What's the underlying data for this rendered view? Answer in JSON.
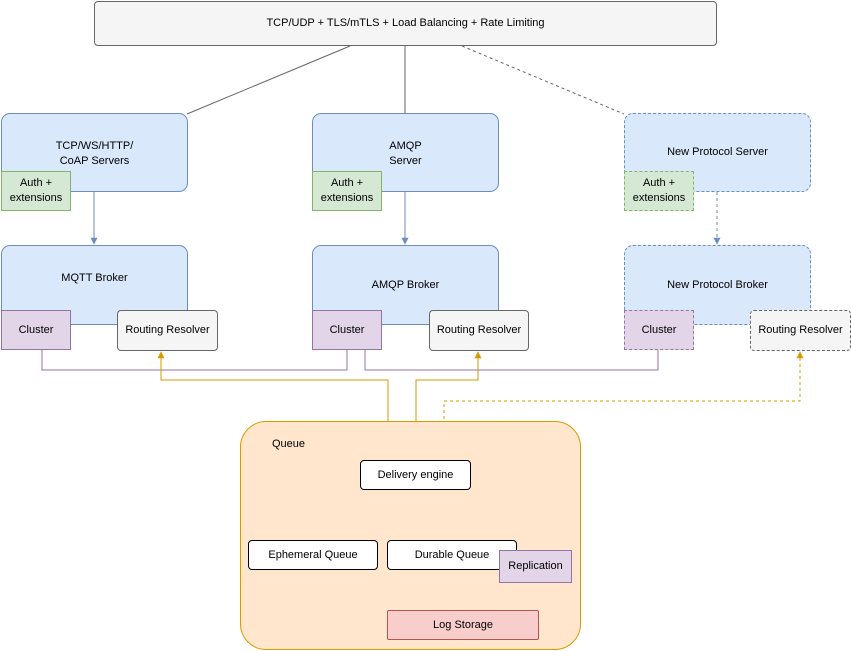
{
  "gateway": {
    "label": "TCP/UDP + TLS/mTLS + Load Balancing + Rate Limiting"
  },
  "servers": {
    "mqtt": {
      "label": "TCP/WS/HTTP/\nCoAP Servers",
      "auth": "Auth +\nextensions"
    },
    "amqp": {
      "label": "AMQP\nServer",
      "auth": "Auth +\nextensions"
    },
    "new": {
      "label": "New Protocol Server",
      "auth": "Auth +\nextensions"
    }
  },
  "brokers": {
    "mqtt": {
      "label": "MQTT Broker",
      "cluster": "Cluster",
      "resolver": "Routing Resolver"
    },
    "amqp": {
      "label": "AMQP Broker",
      "cluster": "Cluster",
      "resolver": "Routing Resolver"
    },
    "new": {
      "label": "New Protocol Broker",
      "cluster": "Cluster",
      "resolver": "Routing Resolver"
    }
  },
  "queue": {
    "title": "Queue",
    "delivery_engine": "Delivery engine",
    "ephemeral": "Ephemeral Queue",
    "durable": "Durable Queue",
    "replication": "Replication",
    "log_storage": "Log Storage"
  },
  "colors": {
    "gray_line": "#666666",
    "blue_arrow": "#6c8ebf",
    "purple_line": "#9673a6",
    "gold_arrow": "#d79b00",
    "red_arrow": "#b85450",
    "black_arrow": "#000000"
  }
}
